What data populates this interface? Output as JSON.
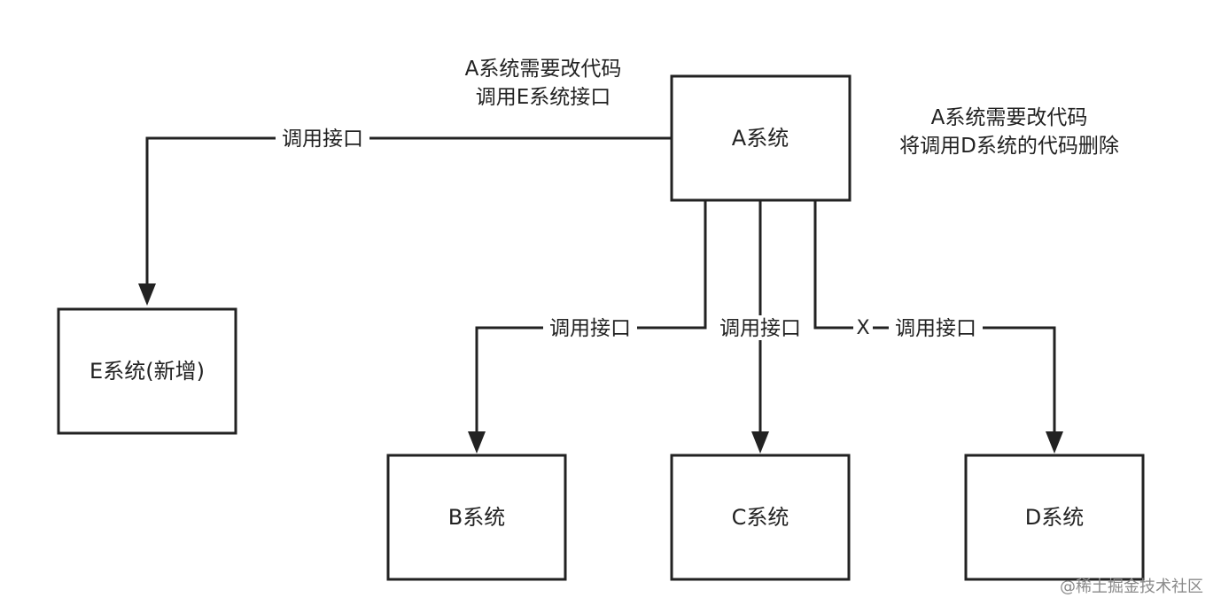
{
  "nodes": {
    "a": "A系统",
    "b": "B系统",
    "c": "C系统",
    "d": "D系统",
    "e": "E系统(新增)"
  },
  "edges": {
    "a_to_e": "调用接口",
    "a_to_b": "调用接口",
    "a_to_c": "调用接口",
    "a_to_d": "调用接口",
    "a_to_d_removed_mark": "X"
  },
  "notes": {
    "add_e": [
      "A系统需要改代码",
      "调用E系统接口"
    ],
    "remove_d": [
      "A系统需要改代码",
      "将调用D系统的代码删除"
    ]
  },
  "watermark": "@稀土掘金技术社区",
  "colors": {
    "stroke": "#222222",
    "background": "#ffffff",
    "watermark": "#8a8a8a"
  }
}
